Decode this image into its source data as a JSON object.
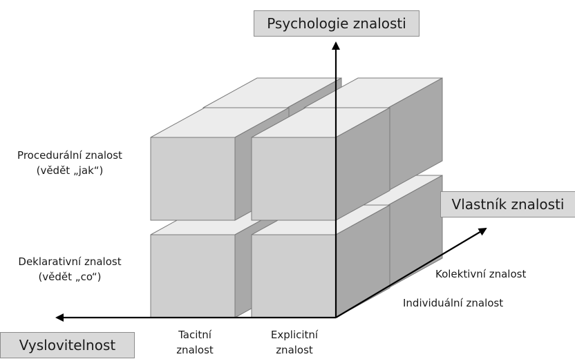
{
  "axes": {
    "vertical_title": "Psychologie znalosti",
    "depth_title": "Vlastník znalosti",
    "horizontal_title": "Vyslovitelnost"
  },
  "vertical_levels": {
    "procedural": {
      "line1": "Procedurální znalost",
      "line2": "(vědět „jak“)"
    },
    "declarative": {
      "line1": "Deklarativní znalost",
      "line2": "(vědět „co“)"
    }
  },
  "depth_levels": {
    "collective": "Kolektivní znalost",
    "individual": "Individuální znalost"
  },
  "horizontal_levels": {
    "tacit": {
      "line1": "Tacitní",
      "line2": "znalost"
    },
    "explicit": {
      "line1": "Explicitní",
      "line2": "znalost"
    }
  },
  "colors": {
    "cube_front": "#cfcfcf",
    "cube_top": "#ececec",
    "cube_side": "#a9a9a9",
    "axis_box": "#d9d9d9",
    "axis_line": "#000000"
  }
}
